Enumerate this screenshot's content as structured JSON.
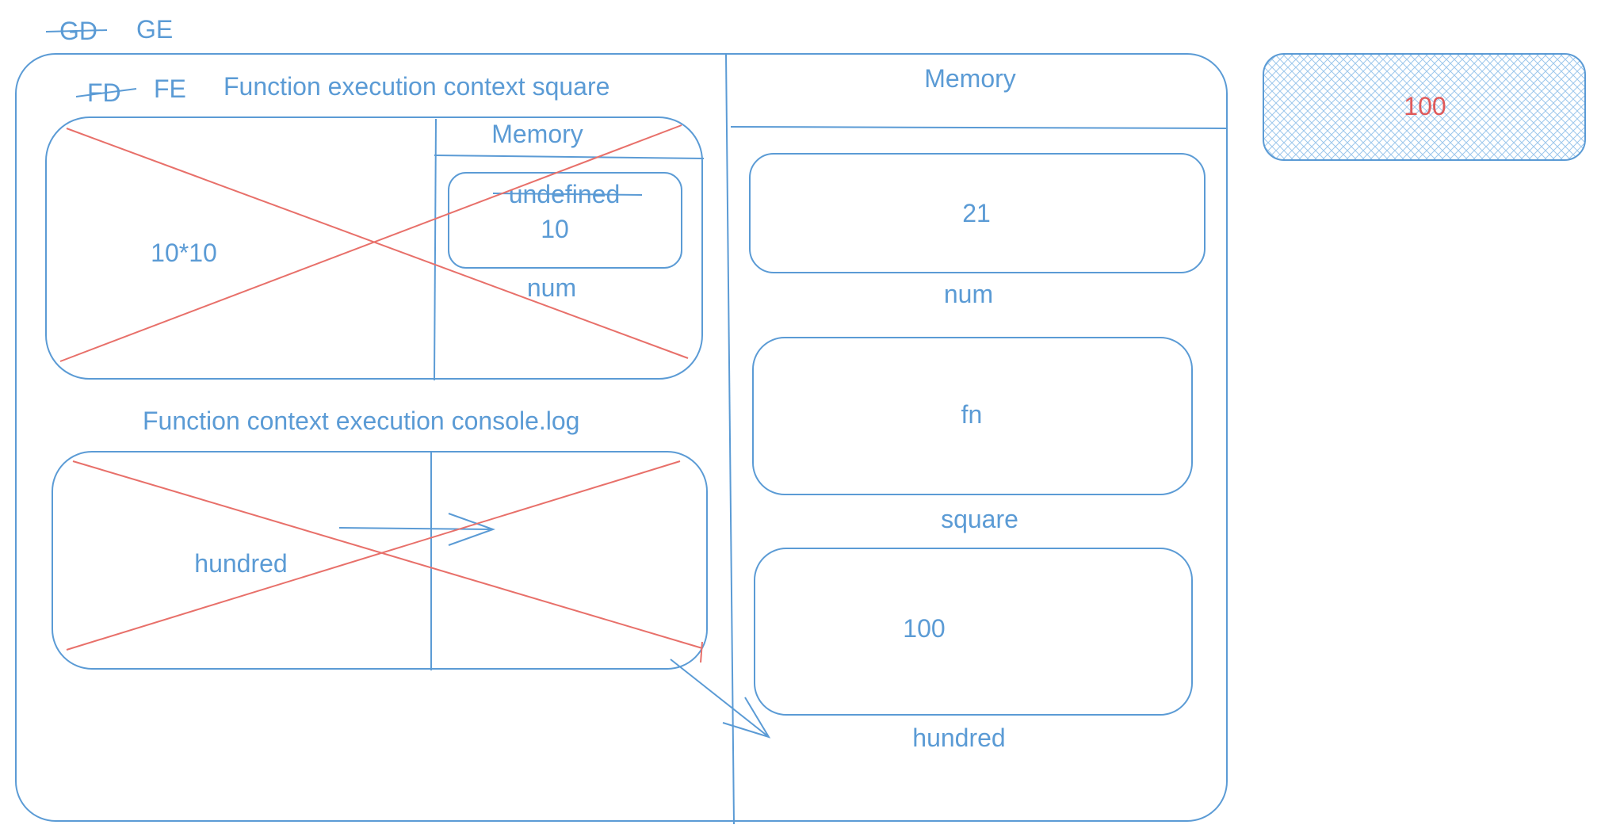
{
  "header": {
    "struck_label": "GD",
    "label": "GE"
  },
  "fn_square": {
    "struck_label": "FD",
    "label": "FE",
    "title": "Function  execution context square",
    "code": "10*10",
    "memory_title": "Memory",
    "memory_struck_value": "undefined",
    "memory_value": "10",
    "memory_var": "num"
  },
  "fn_console": {
    "title": "Function context execution console.log",
    "code": "hundred"
  },
  "global_memory": {
    "title": "Memory",
    "slots": [
      {
        "value": "21",
        "name": "num"
      },
      {
        "value": "fn",
        "name": "square"
      },
      {
        "value": "100",
        "name": "hundred"
      }
    ]
  },
  "console_output": {
    "value": "100"
  },
  "colors": {
    "stroke": "#5b9bd5",
    "cross": "#e8706a",
    "output_text": "#e05a5a"
  }
}
